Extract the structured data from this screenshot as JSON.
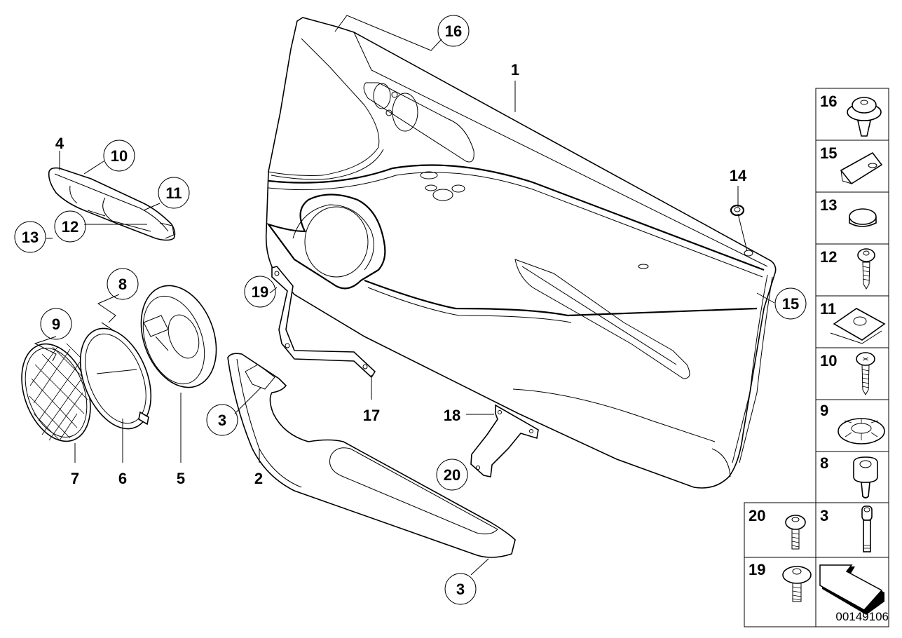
{
  "diagram": {
    "type": "exploded-parts-diagram",
    "subject": "door trim panel assembly",
    "document_number": "00149106",
    "callouts_circled": [
      {
        "id": "c16",
        "label": "16"
      },
      {
        "id": "c10",
        "label": "10"
      },
      {
        "id": "c11",
        "label": "11"
      },
      {
        "id": "c12",
        "label": "12"
      },
      {
        "id": "c13",
        "label": "13"
      },
      {
        "id": "c8",
        "label": "8"
      },
      {
        "id": "c9",
        "label": "9"
      },
      {
        "id": "c19",
        "label": "19"
      },
      {
        "id": "c3a",
        "label": "3"
      },
      {
        "id": "c3b",
        "label": "3"
      },
      {
        "id": "c20",
        "label": "20"
      },
      {
        "id": "c15",
        "label": "15"
      }
    ],
    "labels_plain": [
      {
        "id": "p1",
        "label": "1"
      },
      {
        "id": "p4",
        "label": "4"
      },
      {
        "id": "p14",
        "label": "14"
      },
      {
        "id": "p7",
        "label": "7"
      },
      {
        "id": "p6",
        "label": "6"
      },
      {
        "id": "p5",
        "label": "5"
      },
      {
        "id": "p2",
        "label": "2"
      },
      {
        "id": "p17",
        "label": "17"
      },
      {
        "id": "p18",
        "label": "18"
      }
    ],
    "hardware_grid": [
      {
        "label": "16",
        "part": "push-clip"
      },
      {
        "label": "15",
        "part": "clip-bracket"
      },
      {
        "label": "13",
        "part": "cap-plug"
      },
      {
        "label": "12",
        "part": "screw"
      },
      {
        "label": "11",
        "part": "clip-nut"
      },
      {
        "label": "10",
        "part": "screw"
      },
      {
        "label": "9",
        "part": "retaining-washer"
      },
      {
        "label": "8",
        "part": "expanding-rivet"
      },
      {
        "label": "20",
        "part": "screw"
      },
      {
        "label": "3",
        "part": "socket-head-bolt"
      },
      {
        "label": "19",
        "part": "screw"
      },
      {
        "label": "",
        "part": "direction-arrow"
      }
    ]
  }
}
